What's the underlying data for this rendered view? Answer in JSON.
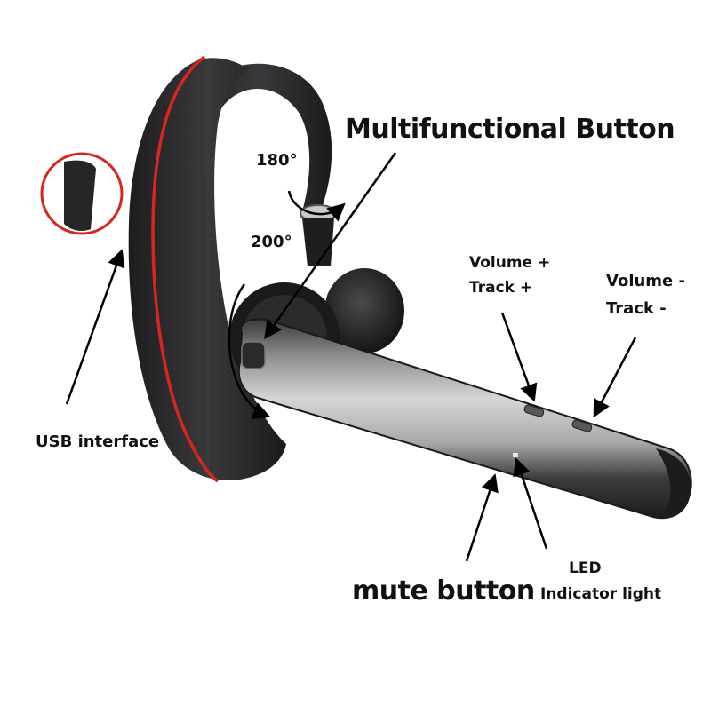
{
  "labels": {
    "multifunctional_button": "Multifunctional Button",
    "rotation_180": "180°",
    "rotation_200": "200°",
    "volume_up_line1": "Volume +",
    "volume_up_line2": "Track +",
    "volume_down_line1": "Volume -",
    "volume_down_line2": "Track -",
    "usb_interface": "USB interface",
    "mute_button": "mute button",
    "led_line1": "LED",
    "led_line2": "Indicator light"
  },
  "colors": {
    "accent_red": "#d7261e",
    "body_dark": "#2c2c2e",
    "boom_silver": "#b4b4b6",
    "label_text": "#111111"
  }
}
